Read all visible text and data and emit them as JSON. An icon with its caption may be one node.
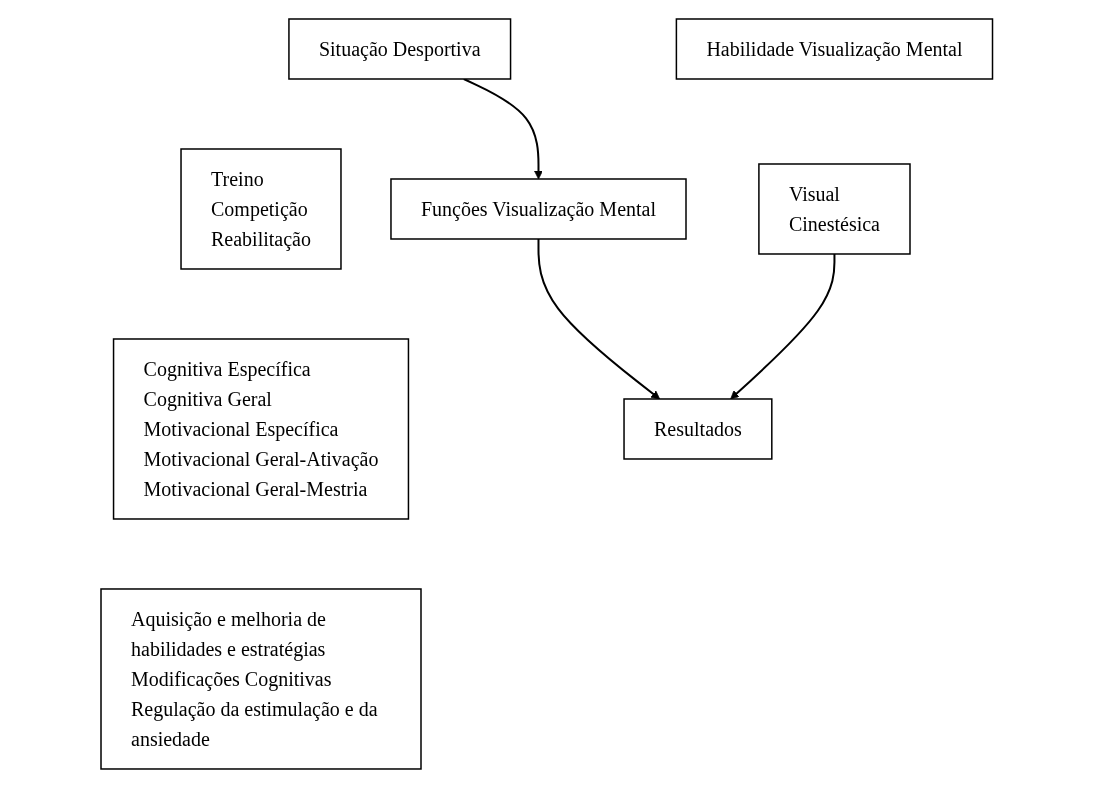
{
  "diagram": {
    "nodes": [
      {
        "text": [
          "Situação Desportiva"
        ]
      },
      {
        "text": [
          "Treino",
          "Competição",
          "Reabilitação"
        ]
      },
      {
        "text": [
          "Funções Visualização Mental"
        ]
      },
      {
        "text": [
          "Cognitiva Específica",
          "Cognitiva Geral",
          "Motivacional Específica",
          "Motivacional Geral-Ativação",
          "Motivacional Geral-Mestria"
        ]
      },
      {
        "text": [
          "Habilidade Visualização Mental"
        ]
      },
      {
        "text": [
          "Visual",
          "Cinestésica"
        ]
      },
      {
        "text": [
          "Resultados"
        ]
      },
      {
        "text": [
          "Aquisição e melhoria de habilidades e estratégias",
          "Modificações Cognitivas",
          "Regulação da estimulação e da ansiedade"
        ]
      }
    ],
    "edges": [
      {
        "from": 0,
        "to": 2,
        "arrow": "to"
      },
      {
        "from": 2,
        "to": 6,
        "arrow": "to"
      },
      {
        "from": 5,
        "to": 6,
        "arrow": "to"
      }
    ]
  }
}
